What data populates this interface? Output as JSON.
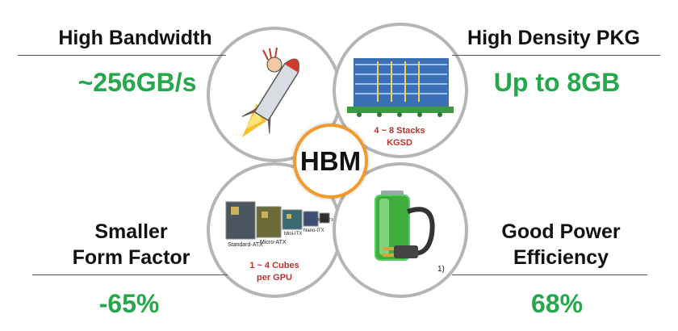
{
  "diagram": {
    "center_label": "HBM",
    "colors": {
      "value_green": "#23a84a",
      "caption_red": "#c0302a",
      "ring_orange": "#f39a2b",
      "circle_border": "#b5b5b5"
    },
    "features": [
      {
        "title": "High Bandwidth",
        "value": "~256GB/s",
        "illustration": "rocket-icon"
      },
      {
        "title": "High Density PKG",
        "value": "Up to 8GB",
        "illustration": "stacked-dram-icon",
        "caption_lines": [
          "4 ~ 8 Stacks",
          "KGSD"
        ]
      },
      {
        "title_lines": [
          "Smaller",
          "Form Factor"
        ],
        "value": "-65%",
        "illustration": "motherboards-icon",
        "caption_lines": [
          "1 ~ 4 Cubes",
          "per GPU"
        ],
        "board_labels": [
          "Standard-ATX",
          "Micro-ATX",
          "Mini-ITX",
          "Nano-ITX",
          "Pico-ITX"
        ]
      },
      {
        "title_lines": [
          "Good Power",
          "Efficiency"
        ],
        "value": "68%",
        "illustration": "battery-plug-icon",
        "note": "1)"
      }
    ]
  }
}
